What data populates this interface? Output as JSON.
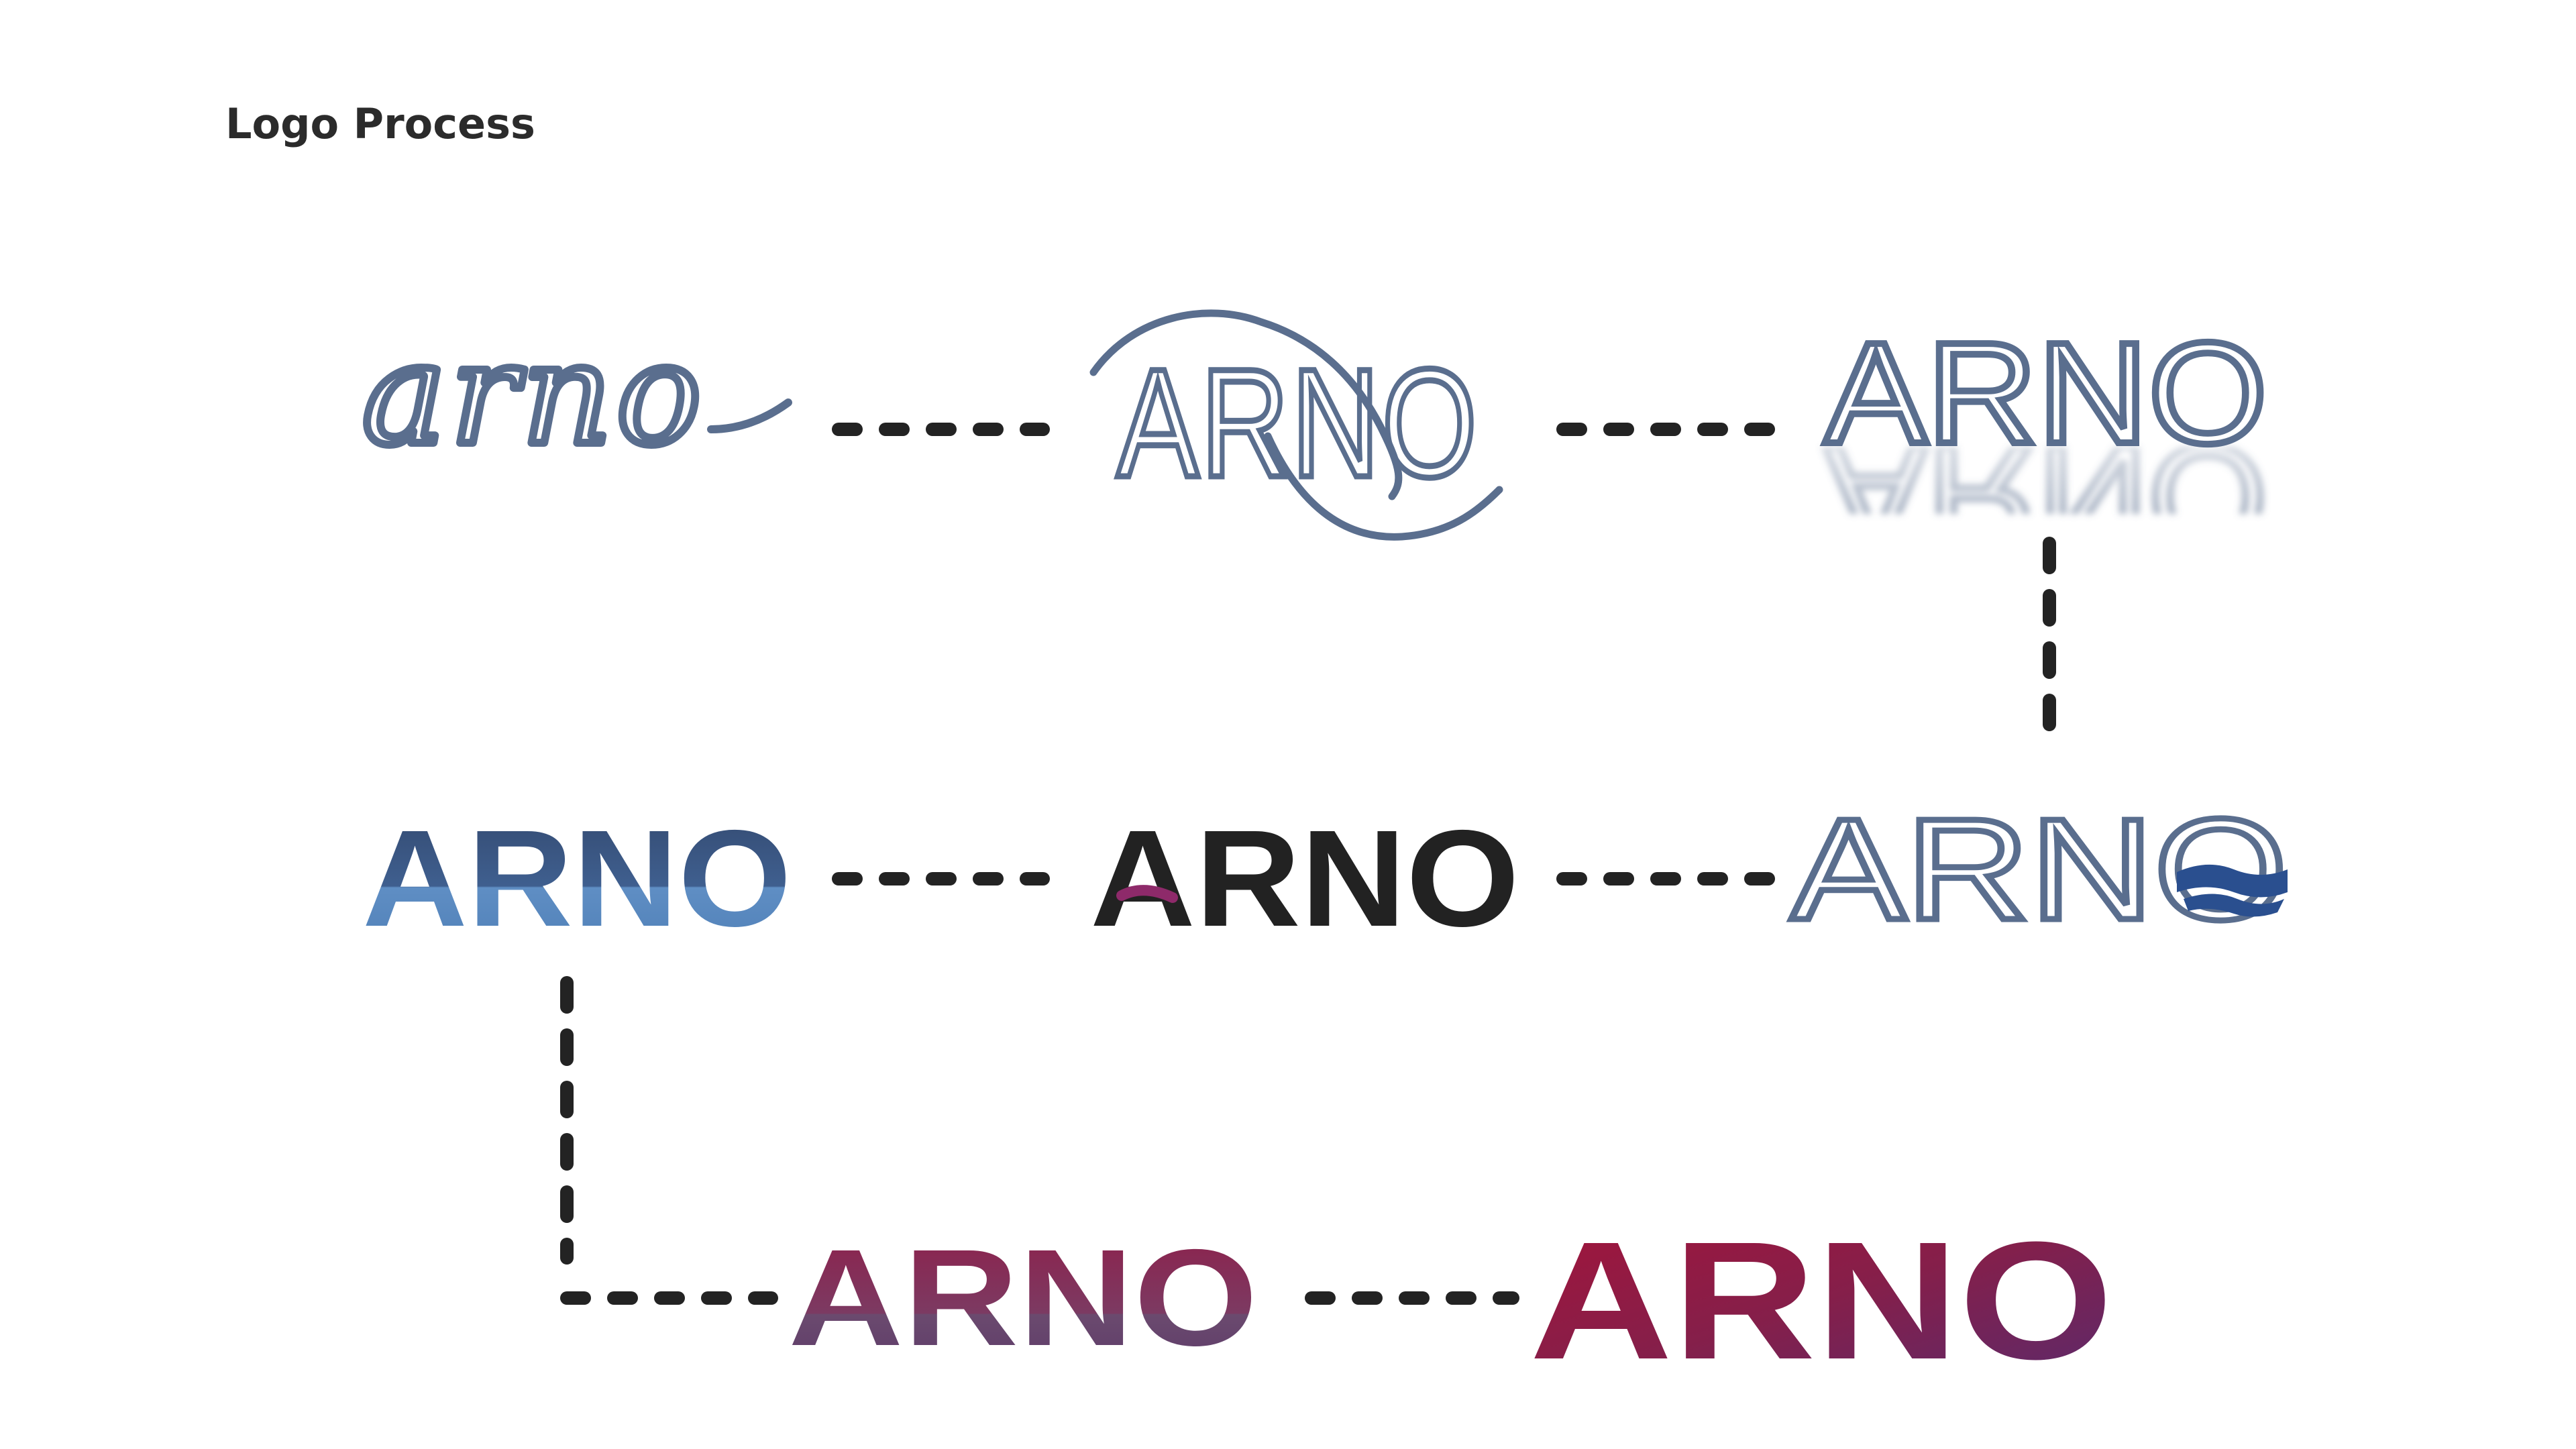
{
  "header": {
    "title": "Logo Process"
  },
  "logos": {
    "script": "arno",
    "arc": "ARNO",
    "reflection": "ARNO",
    "wave": "ARNO",
    "blue_gradient": "ARNO",
    "black_accent": "ARNO",
    "purple_gradient": "ARNO",
    "final": "ARNO"
  },
  "colors": {
    "slate": "#5a6e8e",
    "blue_dark": "#2f4a78",
    "blue_light": "#5a87bd",
    "black": "#222222",
    "accent_magenta": "#8e2a6a",
    "purple_light": "#8c3a64",
    "purple_dark": "#6a3a6e",
    "final_red": "#9b1b3e",
    "final_purple": "#5b2a6a",
    "connector": "#232323"
  }
}
